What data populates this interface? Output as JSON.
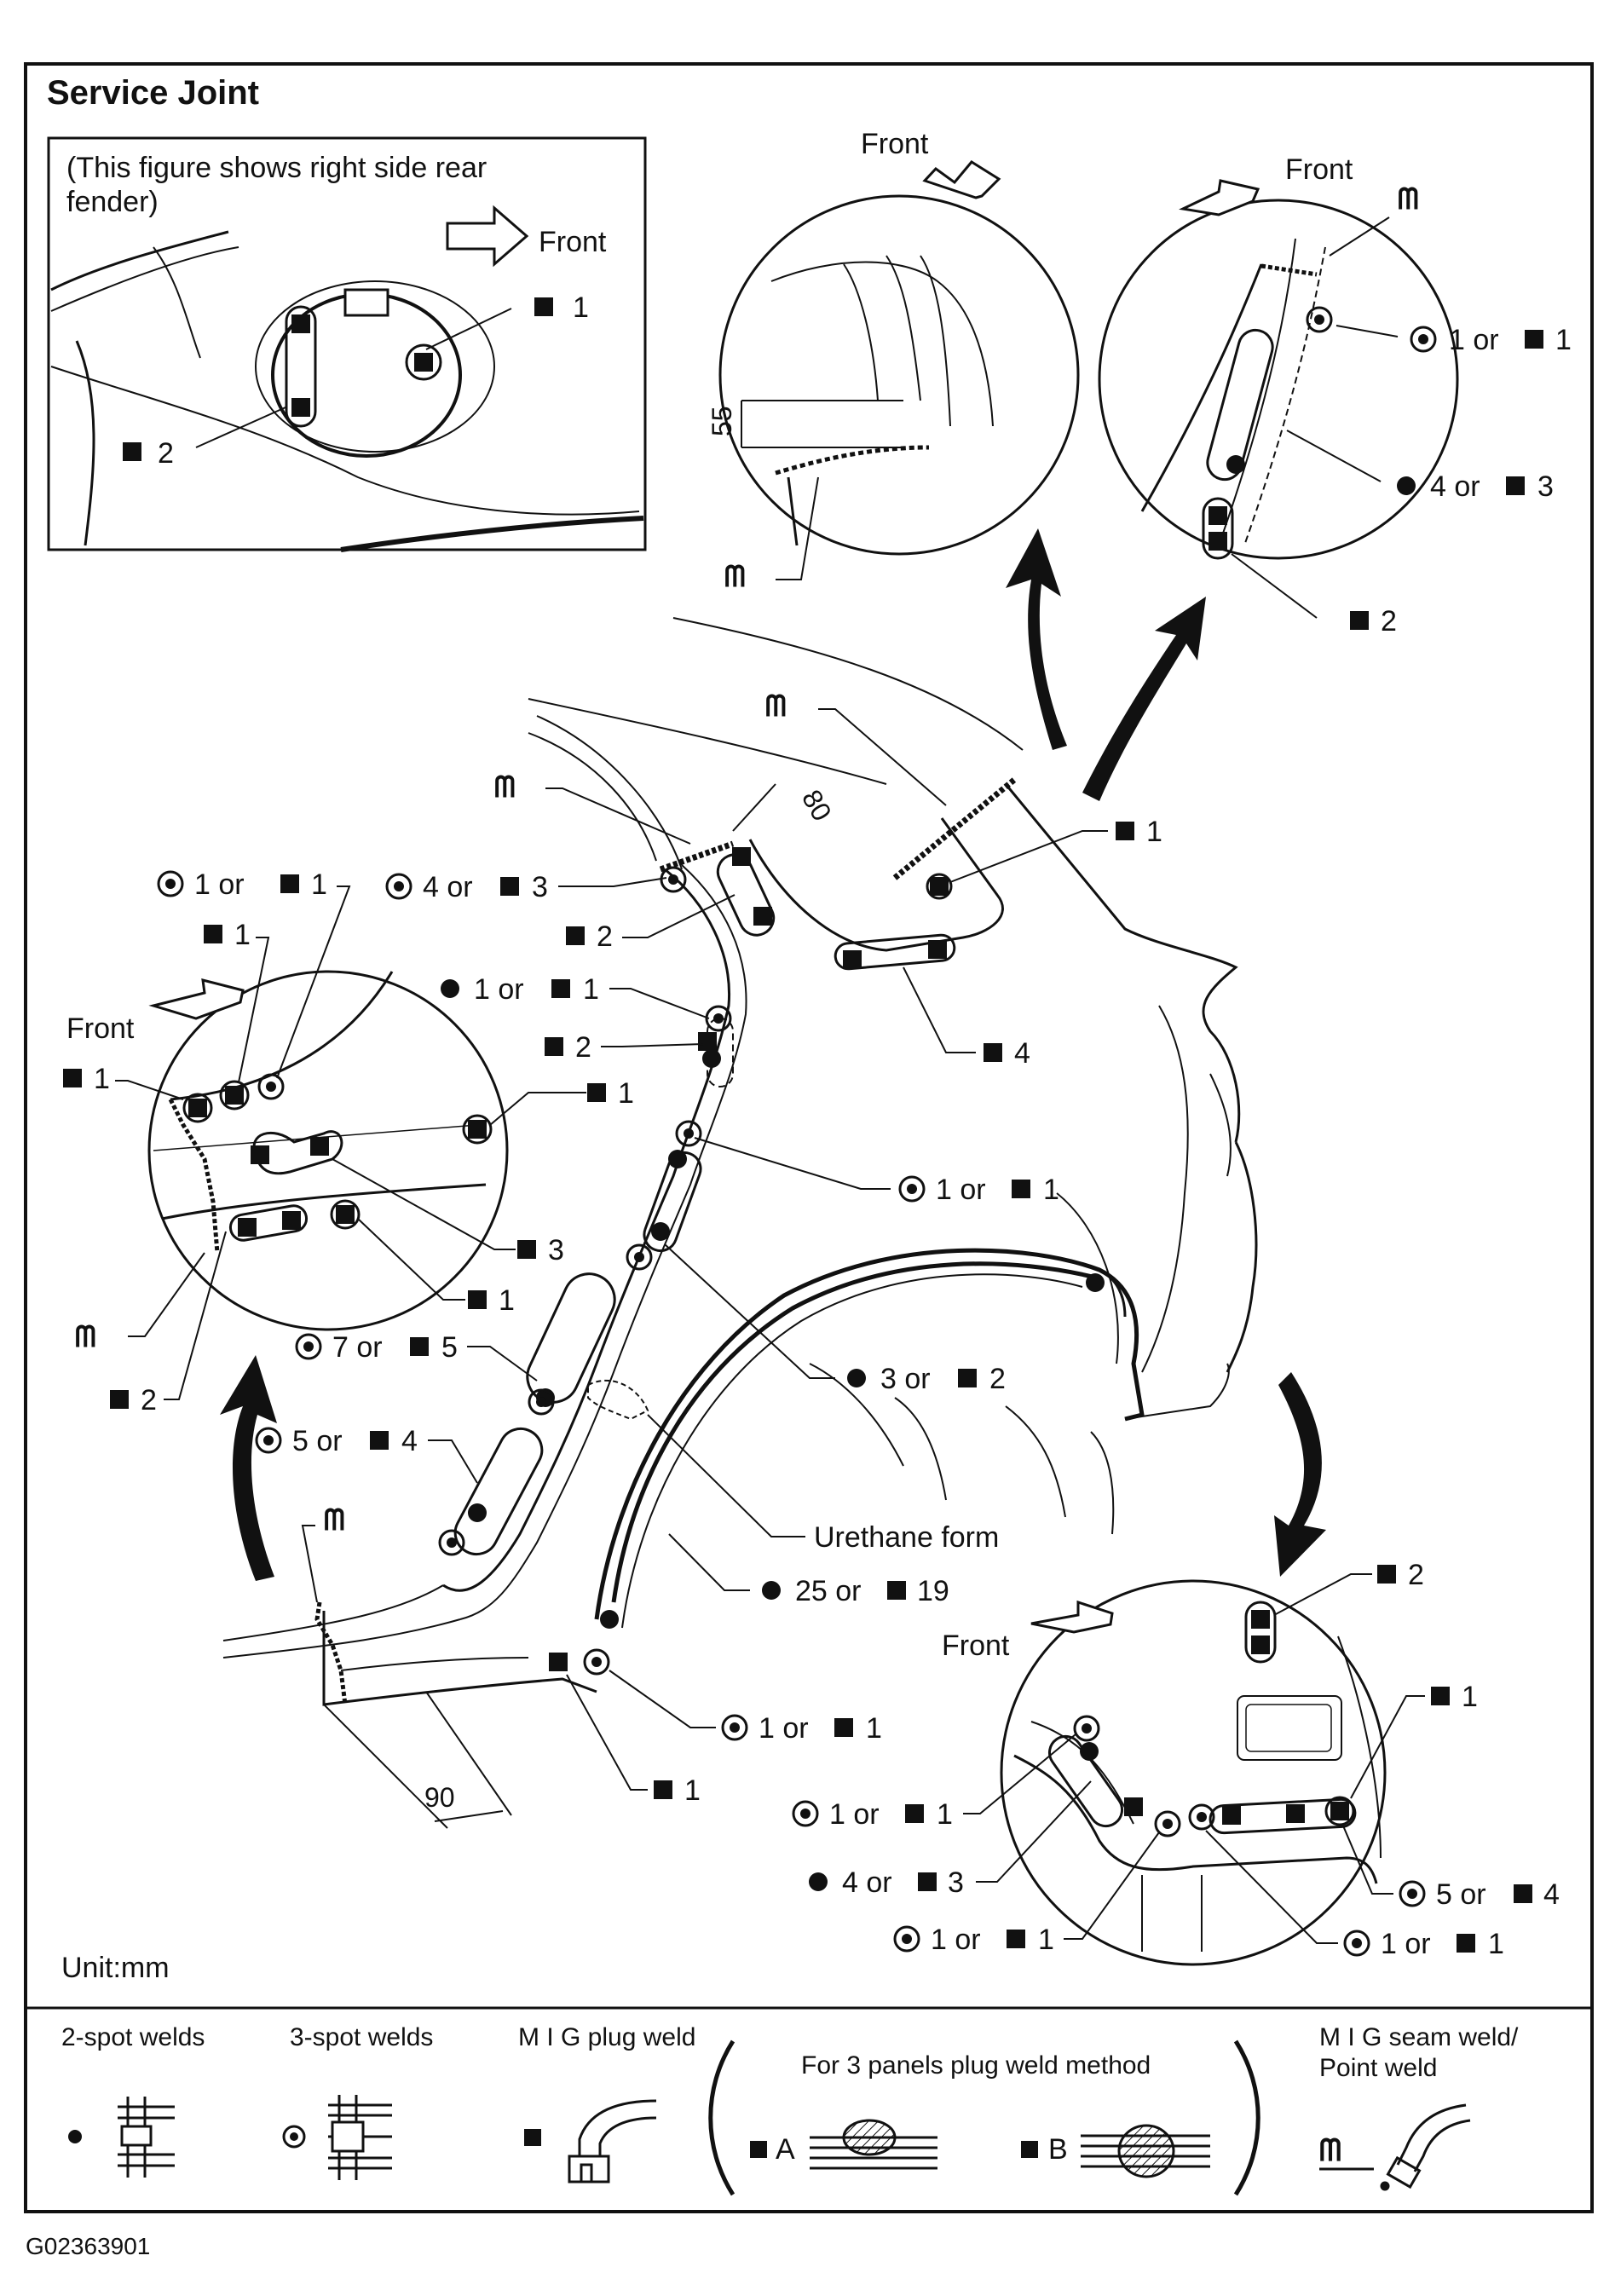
{
  "title": "Service Joint",
  "inset": {
    "caption_line1": "(This figure shows right side rear",
    "caption_line2": "fender)",
    "front": "Front",
    "label_1": "1",
    "label_2": "2"
  },
  "dimensions": {
    "d55": "55",
    "d80": "80",
    "d90": "90"
  },
  "callouts": {
    "front": "Front",
    "t_1or1": "1 or",
    "t_4or3": "4 or",
    "t_7or5": "7 or",
    "t_5or4": "5 or",
    "t_3or2": "3 or",
    "t_25or19": "25 or",
    "n1": "1",
    "n2": "2",
    "n3": "3",
    "n4": "4",
    "n5": "5",
    "n19": "19",
    "urethane": "Urethane form"
  },
  "unit": "Unit:mm",
  "legend": {
    "spot2": "2-spot welds",
    "spot3": "3-spot welds",
    "mig_plug": "M I G plug weld",
    "three_panels": "For 3 panels plug weld method",
    "seam_line1": "M I G seam weld/",
    "seam_line2": "Point weld",
    "a": "A",
    "b": "B"
  },
  "figure_code": "G02363901",
  "colors": {
    "ink": "#111111",
    "paper": "#ffffff"
  }
}
